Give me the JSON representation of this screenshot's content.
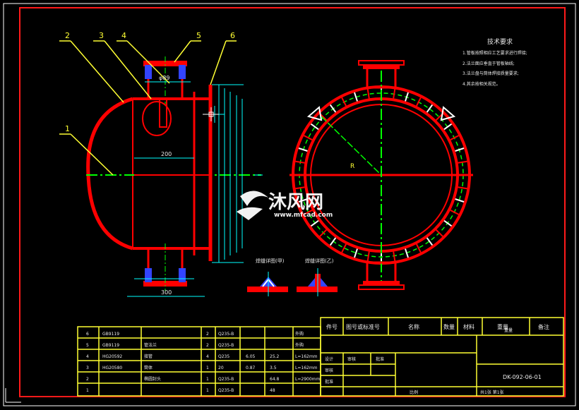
{
  "tech_requirements": {
    "title": "技术要求",
    "items": [
      "1.管板按照相应工艺要求进行焊接;",
      "2.法兰面应垂直于管板轴线;",
      "3.法兰盘与筒体焊接质量要求;",
      "4.其余按相关规范。"
    ]
  },
  "callouts": [
    "1",
    "2",
    "3",
    "4",
    "5",
    "6"
  ],
  "detail_labels": {
    "left": "焊缝详图(甲)",
    "right": "焊缝详图(乙)"
  },
  "dimensions": {
    "top_nozzle": "φ89",
    "mid_length": "200",
    "bottom_length": "300",
    "radius": "R"
  },
  "watermark": {
    "brand": "沐风网",
    "url": "www.mfcad.com"
  },
  "bom": {
    "rows": [
      {
        "no": "6",
        "code": "GB9119",
        "name": "",
        "qty": "2",
        "material": "Q235-B",
        "w1": "",
        "w2": "",
        "note": "外购"
      },
      {
        "no": "5",
        "code": "GB9119",
        "name": "管法兰",
        "qty": "2",
        "material": "Q235-B",
        "w1": "",
        "w2": "",
        "note": "外购"
      },
      {
        "no": "4",
        "code": "HG20592",
        "name": "接管",
        "qty": "4",
        "material": "Q235",
        "w1": "6.05",
        "w2": "25.2",
        "note": "L=162mm"
      },
      {
        "no": "3",
        "code": "HG20580",
        "name": "筒体",
        "qty": "1",
        "material": "20",
        "w1": "0.87",
        "w2": "3.5",
        "note": "L=162mm"
      },
      {
        "no": "2",
        "code": "",
        "name": "椭圆封头",
        "qty": "1",
        "material": "Q235-B",
        "w1": "",
        "w2": "64.8",
        "note": "L=2900mm"
      },
      {
        "no": "1",
        "code": "",
        "name": "",
        "qty": "1",
        "material": "Q235-B",
        "w1": "",
        "w2": "48",
        "note": ""
      }
    ],
    "header": {
      "no": "件号",
      "code": "图号或标准号",
      "name": "名称",
      "qty": "数量",
      "material": "材料",
      "weight": "重量",
      "note": "备注"
    }
  },
  "title_block": {
    "drawing_no": "DK-092-06-01",
    "design": "设计",
    "check": "审核",
    "approve": "批准",
    "scale": "比例",
    "sheet": "共1张 第1张",
    "weight_label": "重量"
  },
  "colors": {
    "frame": "#ff1a1a",
    "part": "#ff0000",
    "dim": "#00ffff",
    "center": "#00ff00",
    "leader": "#ffff33",
    "text": "#e8e8e8"
  }
}
